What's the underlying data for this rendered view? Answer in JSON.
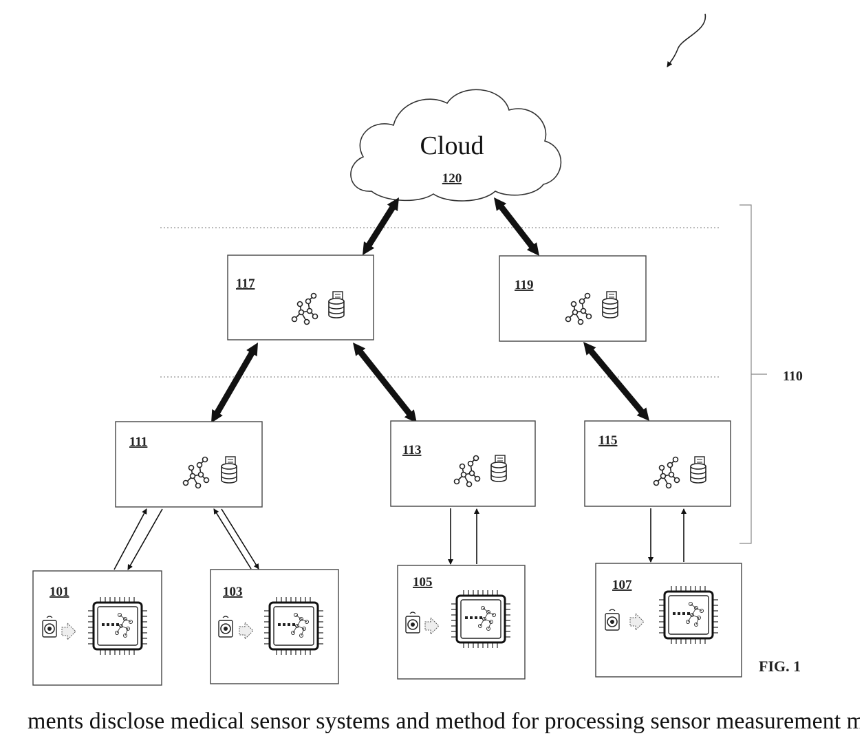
{
  "figure_label": "FIG. 1",
  "cloud": {
    "title": "Cloud",
    "ref": "120"
  },
  "bracket": {
    "ref": "110"
  },
  "nodes": {
    "n117": "117",
    "n119": "119",
    "n111": "111",
    "n113": "113",
    "n115": "115",
    "d101": "101",
    "d103": "103",
    "d105": "105",
    "d107": "107"
  },
  "icons": {
    "node": [
      "network-graph-icon",
      "database-icon"
    ],
    "device": [
      "camera-sensor-icon",
      "data-arrow-icon",
      "microchip-icon"
    ]
  },
  "caption": "ments disclose medical sensor systems and method for processing sensor measurement machine l"
}
